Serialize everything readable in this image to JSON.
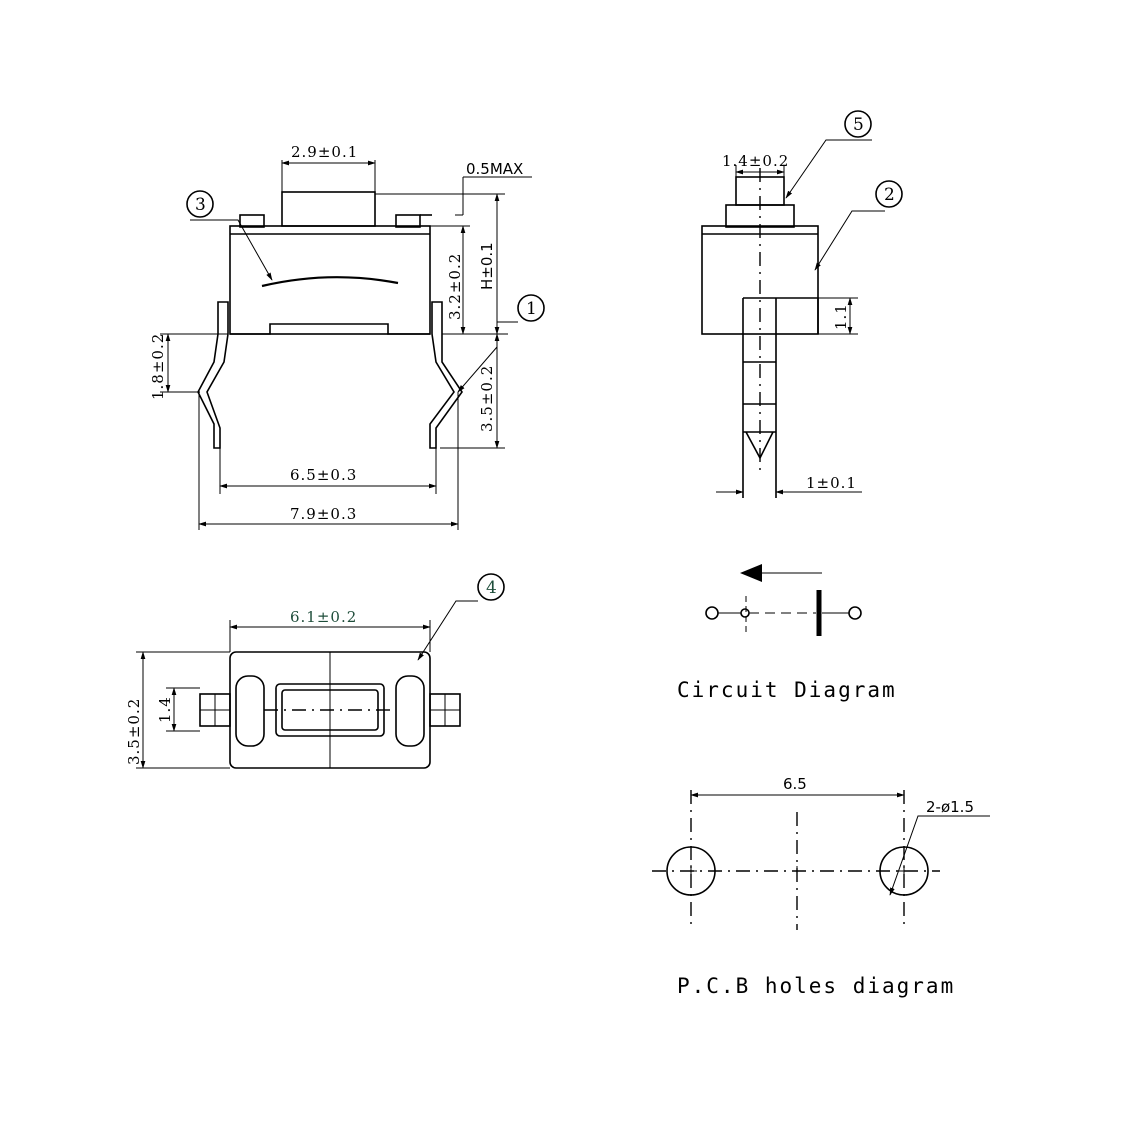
{
  "front_view": {
    "dim_width_actuator": "2.9±0.1",
    "dim_max": "0.5MAX",
    "dim_body_height": "3.2±0.2",
    "dim_total_height": "H±0.1",
    "dim_lead_offset": "1.8±0.2",
    "dim_lead_length": "3.5±0.2",
    "dim_pitch": "6.5±0.3",
    "dim_overall": "7.9±0.3",
    "callout_1": "1",
    "callout_3": "3"
  },
  "side_view": {
    "dim_actuator": "1.4±0.2",
    "dim_height": "1.1",
    "dim_lead_width": "1±0.1",
    "callout_2": "2",
    "callout_5": "5"
  },
  "top_view": {
    "dim_length": "6.1±0.2",
    "dim_width": "3.5±0.2",
    "dim_pad": "1.4",
    "callout_4": "4"
  },
  "circuit": {
    "caption": "Circuit Diagram"
  },
  "pcb": {
    "dim_pitch": "6.5",
    "dim_holes": "2-ø1.5",
    "caption": "P.C.B holes diagram"
  }
}
